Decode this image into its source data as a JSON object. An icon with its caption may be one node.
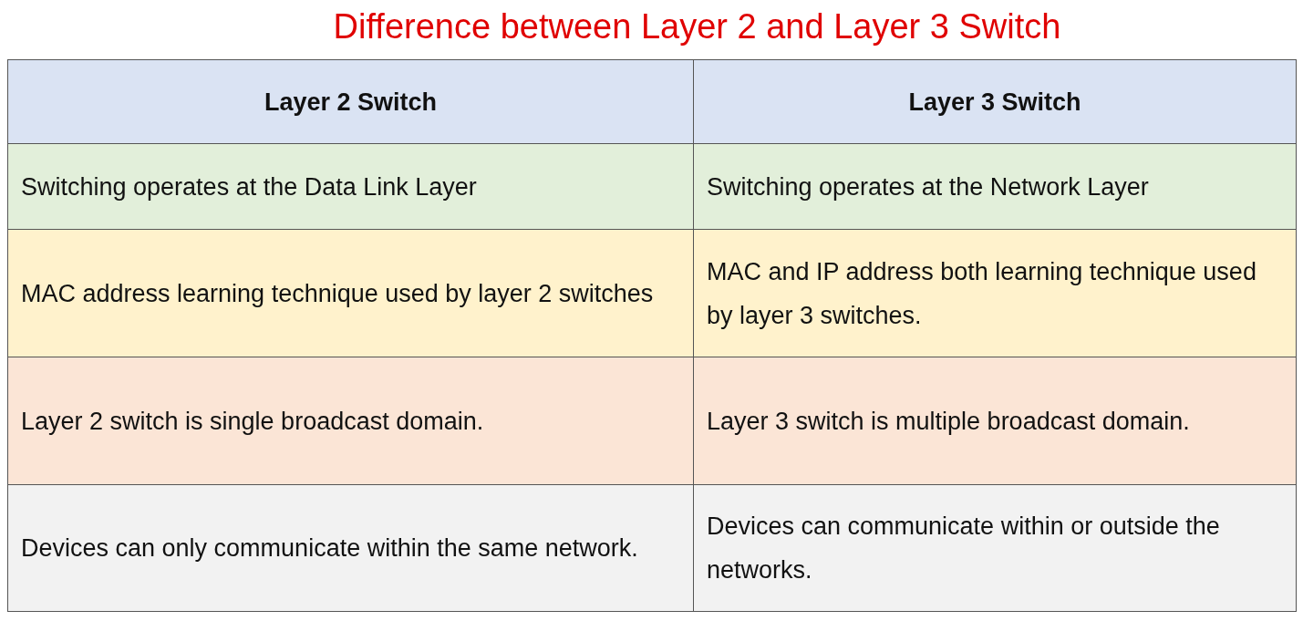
{
  "diagram": {
    "title": "Difference between Layer 2 and Layer 3 Switch",
    "labels": [
      "Layer 2 Switch",
      "Layer 3 Switch",
      "Switching operates at the Data Link Layer",
      "Switching operates at the Network Layer",
      "MAC address learning technique used by layer 2 switches",
      "MAC and IP address both learning technique used by layer 3 switches.",
      "Layer 2 switch is single broadcast domain.",
      "Layer 3 switch is multiple broadcast domain.",
      "Devices can only communicate within the same network.",
      "Devices can communicate within or outside the networks."
    ]
  }
}
